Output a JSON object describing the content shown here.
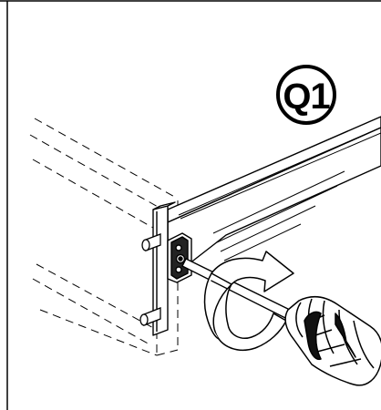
{
  "step": {
    "label": "Q1"
  },
  "illustration": {
    "subject": "drawer-side-panel-assembly",
    "tool": "screwdriver-icon",
    "action": "rotate-clockwise-arrow"
  },
  "colors": {
    "ink": "#000000",
    "paper": "#ffffff",
    "frame": "#000000"
  }
}
